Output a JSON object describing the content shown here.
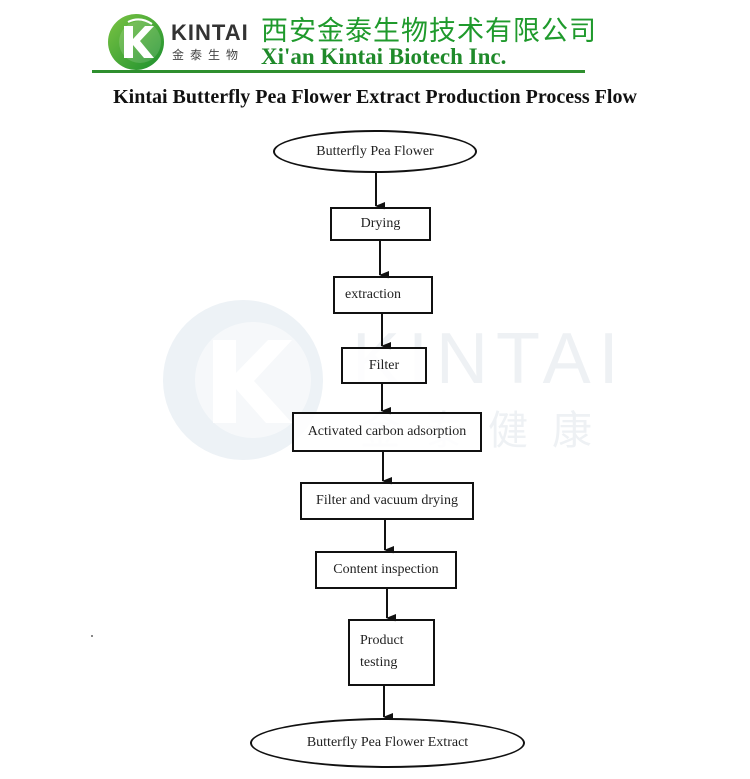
{
  "header": {
    "brand_name": "KINTAI",
    "brand_cn": "金泰生物",
    "company_cn": "西安金泰生物技术有限公司",
    "company_en": "Xi'an Kintai Biotech Inc.",
    "brand_color": "#1f9a2c"
  },
  "document": {
    "title": "Kintai Butterfly Pea Flower Extract Production Process Flow"
  },
  "watermark": {
    "text": "KINTAI",
    "text_cn": "金泰健康",
    "color": "#eef1f4"
  },
  "flowchart": {
    "start": "Butterfly Pea Flower",
    "steps": [
      "Drying",
      "extraction",
      "Filter",
      "Activated carbon adsorption",
      "Filter and vacuum drying",
      "Content inspection"
    ],
    "product_testing": {
      "line1": "Product",
      "line2": "testing"
    },
    "end": "Butterfly Pea Flower Extract"
  }
}
